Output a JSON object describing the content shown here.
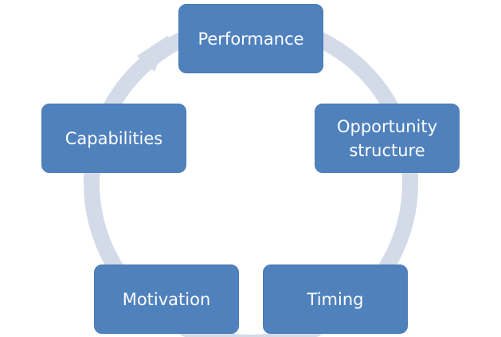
{
  "diagram": {
    "nodes": [
      {
        "id": "performance",
        "label": "Performance"
      },
      {
        "id": "opportunity",
        "label": "Opportunity\nstructure"
      },
      {
        "id": "timing",
        "label": "Timing"
      },
      {
        "id": "motivation",
        "label": "Motivation"
      },
      {
        "id": "capabilities",
        "label": "Capabilities"
      }
    ],
    "cycle_direction": "clockwise",
    "colors": {
      "node_fill": "#4f81bd",
      "node_text": "#ffffff",
      "arrow": "#d3dae8"
    }
  }
}
